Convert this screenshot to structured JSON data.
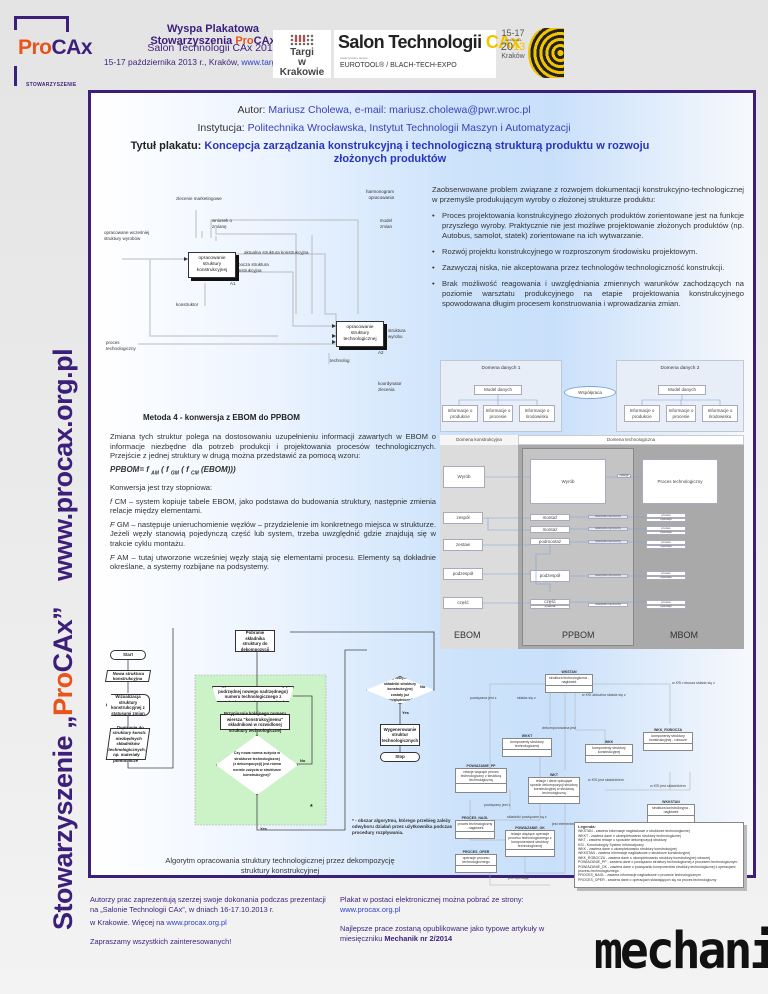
{
  "header": {
    "logo": {
      "pro": "Pro",
      "cax": "CAx",
      "sub": "STOWARZYSZENIE"
    },
    "line1_prefix": "Wyspa Plakatowa Stowarzyszenia ",
    "line1_pro": "Pro",
    "line1_cax": "CAx",
    "line2": "Salon Technologii CAx 2013",
    "line3_prefix": "15-17 października 2013 r., Kraków, ",
    "line3_link": "www.targi.krakow.pl",
    "targi": {
      "line1": "Targi",
      "line2": "w Krakowie"
    },
    "salon": {
      "title": "Salon Technologii ",
      "cax": "CAx",
      "small": "towarzyszący targom",
      "sub": "EUROTOOL® / BLACH-TECH-EXPO"
    },
    "dates": {
      "range": "15-17",
      "month": "października",
      "year_a": "20",
      "year_b": "13",
      "city": "Kraków"
    }
  },
  "side": {
    "prefix": "Stowarzyszenie „",
    "pro": "Pro",
    "cax": "CAx",
    "suffix": "”",
    "url": "www.procax.org.pl"
  },
  "meta": {
    "author_label": "Autor: ",
    "author": "Mariusz Cholewa, e-mail: mariusz.cholewa@pwr.wroc.pl",
    "inst_label": "Instytucja: ",
    "inst": "Politechnika Wrocławska, Instytut Technologii Maszyn i Automatyzacji",
    "title_label": "Tytuł plakatu: ",
    "title": "Koncepcja zarządzania konstrukcyjną i technologiczną strukturą produktu w rozwoju złożonych produktów"
  },
  "idef": {
    "labels": {
      "zlecenie": "zlecenie marketingowe",
      "wniosek": "wniosek o zmianę",
      "harmonogram": "harmonogram opracowania",
      "model": "model zmian",
      "opracowane": "opracowane wcześniej struktury wyrobów",
      "aktualna": "aktualna struktura konstrukcyjna",
      "robocza": "robocza struktura konstrukcyjna",
      "konstruktor": "konstruktor",
      "proces": "proces technologiczny",
      "technolog": "technolog",
      "koordynator": "koordynator zlecenia",
      "struktura": "struktura wyrobu"
    },
    "box_a1": "opracowanie struktury konstrukcyjnej",
    "box_a1_id": "A1",
    "box_a2": "opracowanie struktury technologicznej",
    "box_a2_id": "A2"
  },
  "problems": {
    "intro": "Zaobserwowane problem związane z rozwojem dokumentacji konstrukcyjno-technologicznej w przemyśle produkującym wyroby o złożonej strukturze produktu:",
    "items": [
      "Proces projektowania konstrukcyjnego złożonych produktów zorientowane jest na funkcje przyszłego wyroby. Praktycznie nie jest możliwe projektowanie złożonych produktów (np. Autobus, samolot, statek) zorientowane na ich wytwarzanie.",
      "Rozwój projektu konstrukcyjnego w rozproszonym środowisku projektowym.",
      "Zazwyczaj niska, nie akceptowana przez technologów technologiczność konstrukcji.",
      "Brak możliwość reagowania i uwzględniania zmiennych warunków zachodzących na poziomie warsztatu produkcyjnego na etapie projektowania konstrukcyjnego spowodowana długim procesem konstruowania i wprowadzania zmian."
    ]
  },
  "method": {
    "heading": "Metoda 4 - konwersja z EBOM do PPBOM",
    "p1": "Zmiana tych struktur polega na dostosowaniu uzupełnieniu informacji zawartych w EBOM o informacje niezbędne dla potrzeb produkcji i projektowania procesów technologicznych. Przejście z jednej struktury w drugą można przedstawić za pomocą wzoru:",
    "formula": {
      "a": "PPBOM= f ",
      "am": "AM",
      "b": " ( f ",
      "gm": "GM",
      "c": " ( f ",
      "cm": "CM",
      "d": " (EBOM)))"
    },
    "p2": "Konwersja jest trzy stopniowa:",
    "p3_f": "f",
    "p3": " CM – system kopiuje tabele EBOM, jako podstawa do budowania struktury, następnie zmienia relacje między elementami.",
    "p4_f": "F",
    "p4": " GM – następuje unieruchomienie węzłów – przydzielenie im konkretnego miejsca w strukturze. Jeżeli węzły stanowią pojedynczą część lub system, trzeba uwzględnić gdzie znajdują się w trakcie cyklu montażu.",
    "p5_f": "F",
    "p5": " AM – tutaj utworzone wcześniej węzły stają się elementami procesu. Elementy są dokładnie określane, a systemy rozbijane na podsystemy."
  },
  "domain": {
    "d1": "Domena danych 1",
    "d2": "Domena danych 2",
    "model": "Model danych",
    "wspolpraca": "Współpraca",
    "info": [
      "Informacje o produkcie",
      "Informacje o procesie",
      "Informacje o środowisku"
    ],
    "konstr": "Domena konstrukcyjna",
    "techn": "Domena technologiczna",
    "wyrob": "Wyrób",
    "relacja": "relacja",
    "proces_t": "Proces technologiczny",
    "ebom_items": [
      "zespół",
      "zestaw",
      "podzespół",
      "część"
    ],
    "ppbom_items": [
      "montaż",
      "montaż",
      "podmontaż",
      "podzespół",
      "część"
    ],
    "material": "materiał",
    "relkomp": "relacja/komponenty",
    "proces": "proces",
    "operacje": "operacje",
    "ebom": "EBOM",
    "ppbom": "PPBOM",
    "mbom": "MBOM"
  },
  "flow": {
    "start": "Start",
    "nowa": "Nowa struktura konstrukcyjna",
    "wizual": "Wizualizacja struktury konstrukcyjnej z statusami zmian",
    "dopisanie": "Dopisanie do struktury konstr. niezbędnych składników technologicznych, np. materiały pomocnicze",
    "pobranie": "Pobranie składnika struktury do dekompozycji",
    "przypisanie1": "Przypisanie składnikowi struktury (w podrzędnej nowego nadrzędnego) numeru technologicznego z ustaleniem nowej normy zużycia",
    "przypisanie2": "Przypisanie kolejnego numeru wiersza \"konstrukcyjnemu\" składnikowi w rozwidlonej struktury technologicznej",
    "czy_norma": "Czy nowa norma zużycia w strukturze technologicznej (z dekompozycji) jest równa normie zużycia w strukturze konstrukcyjnej?",
    "czy_wszystkie": "Czy wszystkie składniki struktury konstrukcyjnej zostały już uwzględnione?",
    "wygen": "Wygenerowanie struktur technologicznych",
    "stop": "Stop",
    "yes": "Yes",
    "no": "No",
    "star": "*",
    "note": "* - obszar algorytmu, którego przebieg zależy odwyboru działań przez użytkownika podczas procedury rozpływania.",
    "caption": "Algorytm opracowania struktury technologicznej przez dekompozycję struktury konstrukcyjnej"
  },
  "uml": {
    "classes": [
      {
        "name": "WKSTAN",
        "desc": "struktura technologiczna - nagłówek"
      },
      {
        "name": "WKKT",
        "desc": "komponenty struktury technologicznej"
      },
      {
        "name": "WKK",
        "desc": "komponenty struktury konstrukcyjnej"
      },
      {
        "name": "WKK_ROBOCZA",
        "desc": "komponenty struktury konstrukcyjnej - robocze"
      },
      {
        "name": "POWIAZANIE_PP",
        "desc": "relacje wiążące proces technologiczny z strukturą technologiczną"
      },
      {
        "name": "WKT",
        "desc": "relacje i dane opisujące sposób dekompozycji struktury konstrukcyjnej w strukturę technologiczną"
      },
      {
        "name": "WKKSTAN",
        "desc": "struktura konstrukcyjna - nagłówek"
      },
      {
        "name": "PROCES_NAGL",
        "desc": "proces technologiczny - nagłówek"
      },
      {
        "name": "POWIAZANIE_OK",
        "desc": "relacje wiążące operacje procesu technologicznego z komponentami struktury technologicznej"
      },
      {
        "name": "PROCES_OPER",
        "desc": "operacje procesu technologicznego"
      }
    ],
    "relations": [
      "powiązana jest z",
      "składa się z",
      "w KSI robocza składa się z",
      "w KSI aktualna składa się z",
      "dekomponowana jest",
      "w KSI jest składnikiem",
      "w KSI jest składnikiem",
      "powiązany jest z",
      "składniki powiązane są z",
      "jest elementem",
      "jest operacją"
    ],
    "legend_title": "Legenda:",
    "legend": [
      "WKSTAN - zawiera informacje nagłówkowe o strukturze technologicznej",
      "WKKT - zawiera dane o ukompletowaniu struktury technologicznej",
      "WKT - zawiera relacje o sposobie dekompozycji struktury",
      "KSI - Konstrukcyjny System Informatyczny",
      "WKK - zawiera dane o ukompletowaniu struktury konstrukcyjnej",
      "WKKSTAN - zawiera informacje nagłówkowe o strukturze konstrukcyjnej",
      "WKK_ROBOCZA - zawiera dane o ukompletowaniu struktury konstrukcyjnej roboczej",
      "POWIAZANIE_PP - zawiera dane o powiązaniu struktury technologicznej z procesem technologicznym",
      "POWIAZANIE_OK - zawiera dane o powiązaniu komponentów struktury technologicznej z operacjami procesu technologicznego",
      "PROCES_NAGL - zawiera informacje nagłówkowe o procesie technologicznym",
      "PROCES_OPER - zawiera dane o operacjach składających się na proces technologiczny"
    ]
  },
  "footer": {
    "left1": "Autorzy prac zaprezentują szerzej swoje dokonania podczas prezentacji na „Salonie Technologii CAx”, w dniach 16-17.10.2013 r.",
    "left2_prefix": "w Krakowie. Więcej na ",
    "left2_link": "www.procax.org.pl",
    "left3": "Zapraszamy wszystkich zainteresowanych!",
    "right1": "Plakat w postaci elektronicznej można pobrać ze strony: ",
    "right1_link": "www.procax.org.pl",
    "right2": "Najlepsze prace zostaną opublikowane jako typowe artykuły w miesięczniku ",
    "right2_bold": "Mechanik nr 2/2014",
    "mechanik_logo": "mechanik"
  }
}
